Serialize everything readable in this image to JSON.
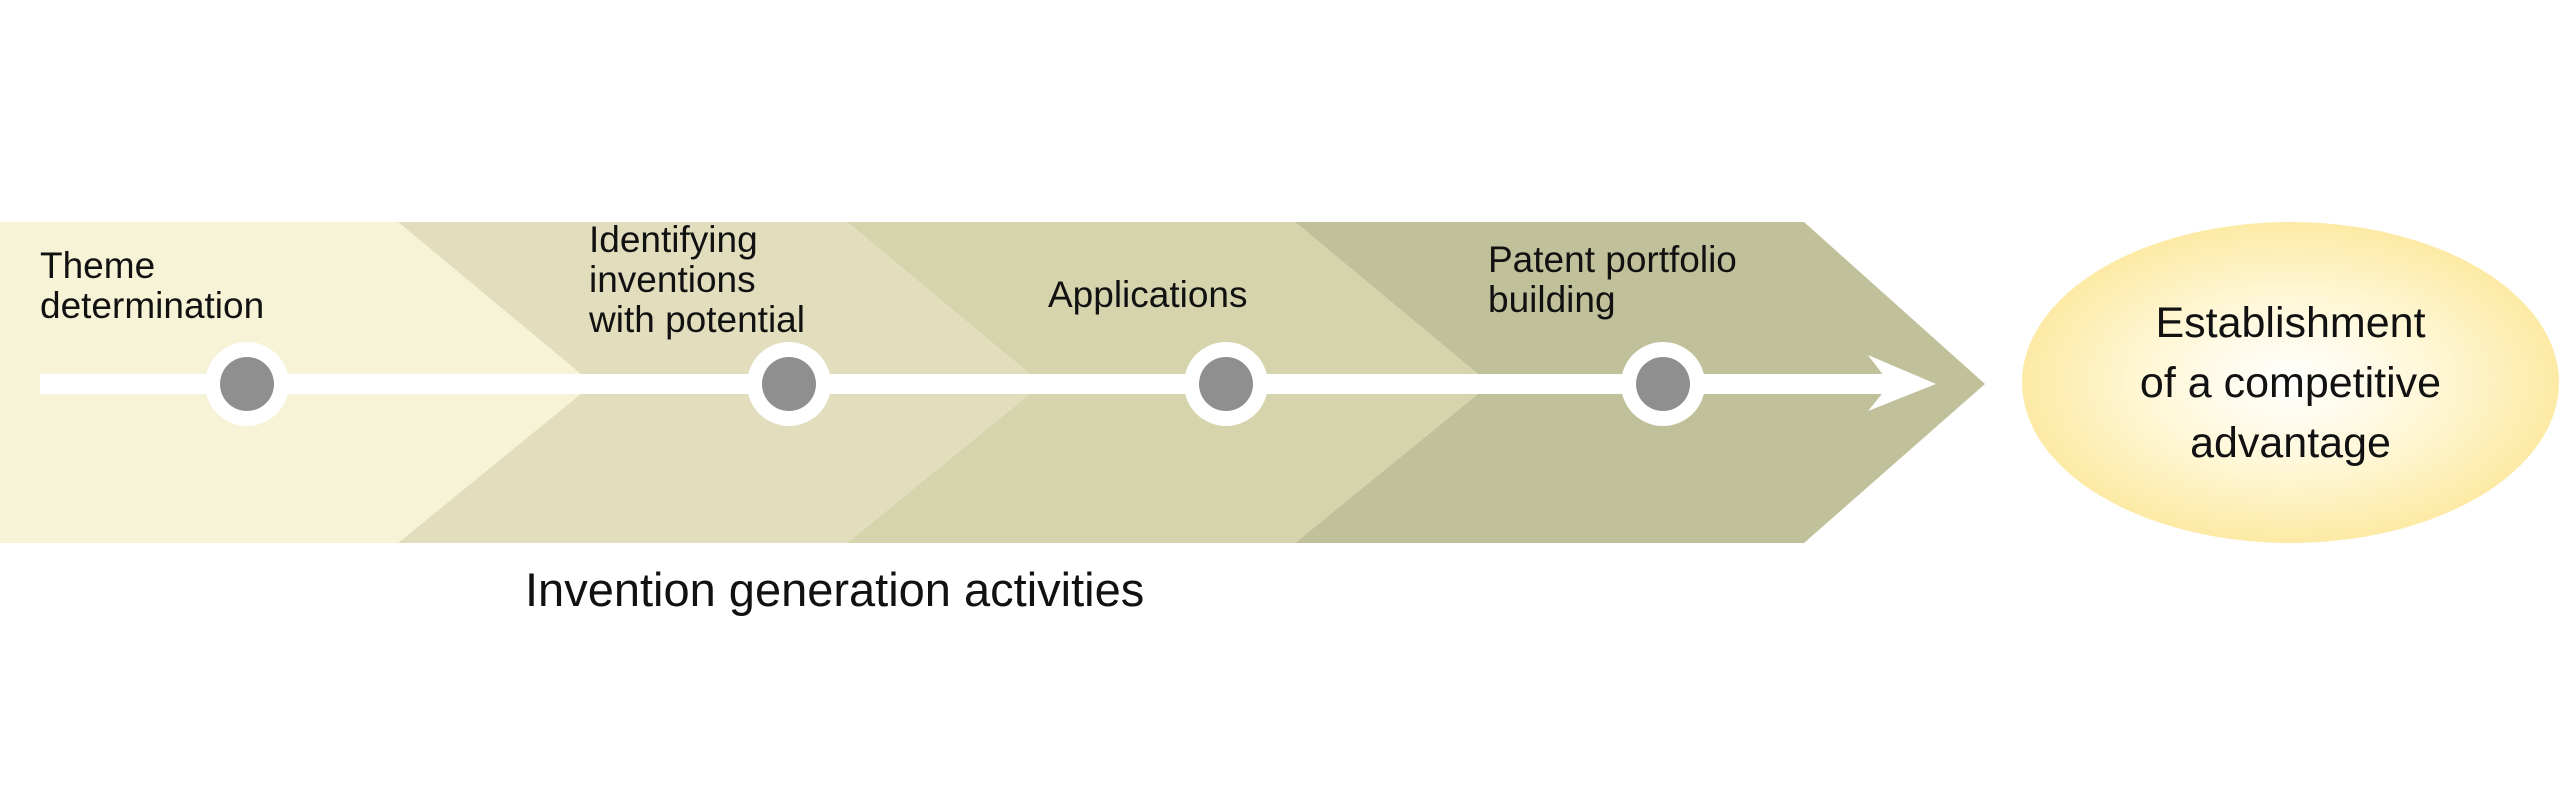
{
  "diagram": {
    "stages": [
      {
        "label": "Theme\ndetermination",
        "color": "#f6f3d6"
      },
      {
        "label": "Identifying\ninventions\nwith potential",
        "color": "#e1ddbd"
      },
      {
        "label": "Applications",
        "color": "#d6d4ac"
      },
      {
        "label": "Patent portfolio\nbuilding",
        "color": "#c0c19b"
      }
    ],
    "caption": "Invention generation activities",
    "goal": {
      "text": "Establishment\nof a competitive\nadvantage",
      "color": "#fce79a"
    },
    "colors": {
      "track": "#ffffff",
      "node_fill": "#8f8f8f",
      "node_ring": "#ffffff"
    }
  }
}
